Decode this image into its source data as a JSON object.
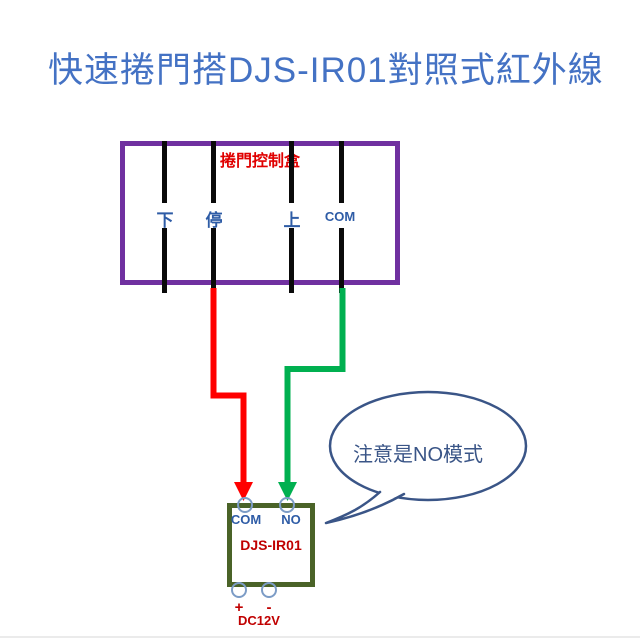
{
  "title": "快速捲門搭DJS-IR01對照式紅外線",
  "colors": {
    "title_blue": "#4472C4",
    "terminal_label_blue": "#2E5CA6",
    "controller_border_purple": "#7030A0",
    "controller_label_red": "#E00000",
    "wire_red": "#FF0000",
    "wire_green": "#00B050",
    "sensor_border_olive": "#4A6328",
    "sensor_text_red": "#C00000",
    "terminal_circle_blue": "#7C9CC6",
    "callout_navy": "#3A5587"
  },
  "controller_box": {
    "label": "捲門控制盒",
    "terminals": [
      {
        "label": "下"
      },
      {
        "label": "停"
      },
      {
        "label": "上"
      },
      {
        "label": "COM"
      }
    ]
  },
  "wires": [
    {
      "name": "stop-to-com-wire",
      "color": "#FF0000",
      "from": "停",
      "to": "COM"
    },
    {
      "name": "com-to-no-wire",
      "color": "#00B050",
      "from": "COM",
      "to": "NO"
    }
  ],
  "callout": {
    "text": "注意是NO模式"
  },
  "sensor_box": {
    "model": "DJS-IR01",
    "top_terminals": [
      {
        "label": "COM"
      },
      {
        "label": "NO"
      }
    ],
    "power": {
      "plus": "+",
      "minus": "-",
      "label": "DC12V"
    }
  }
}
